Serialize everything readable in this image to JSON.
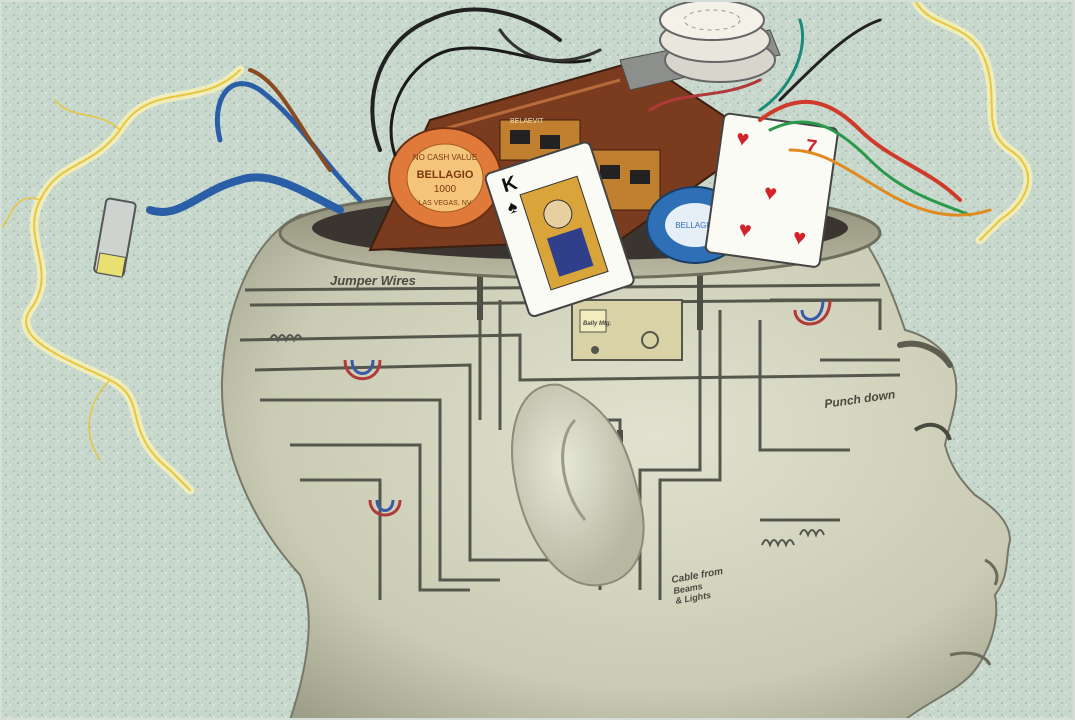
{
  "scene": {
    "labels": {
      "jumper_wires": "Jumper Wires",
      "punch_down": "Punch down",
      "cable_from": "Cable from",
      "cable_from_2": "Beams",
      "cable_from_3": "& Lights"
    },
    "chip": {
      "casino": "BELLAGIO",
      "value": "1000",
      "city": "LAS VEGAS, NV",
      "note": "NO CASH VALUE"
    },
    "chip_blue": {
      "casino": "BELLAGIO"
    },
    "card_king": {
      "rank": "K"
    },
    "card_seven": {
      "rank": "7"
    },
    "board": {
      "label": "BELAEVIT"
    },
    "pcb_small": {
      "label": "Bally Mfg."
    },
    "colors": {
      "background": "#c9d9cf",
      "head_skin": "#cfd0bb",
      "circuit_lines": "#55574d",
      "chip_orange": "#e07a3a",
      "card_red": "#d2232a",
      "electric_glow": "#fff3a0"
    }
  }
}
